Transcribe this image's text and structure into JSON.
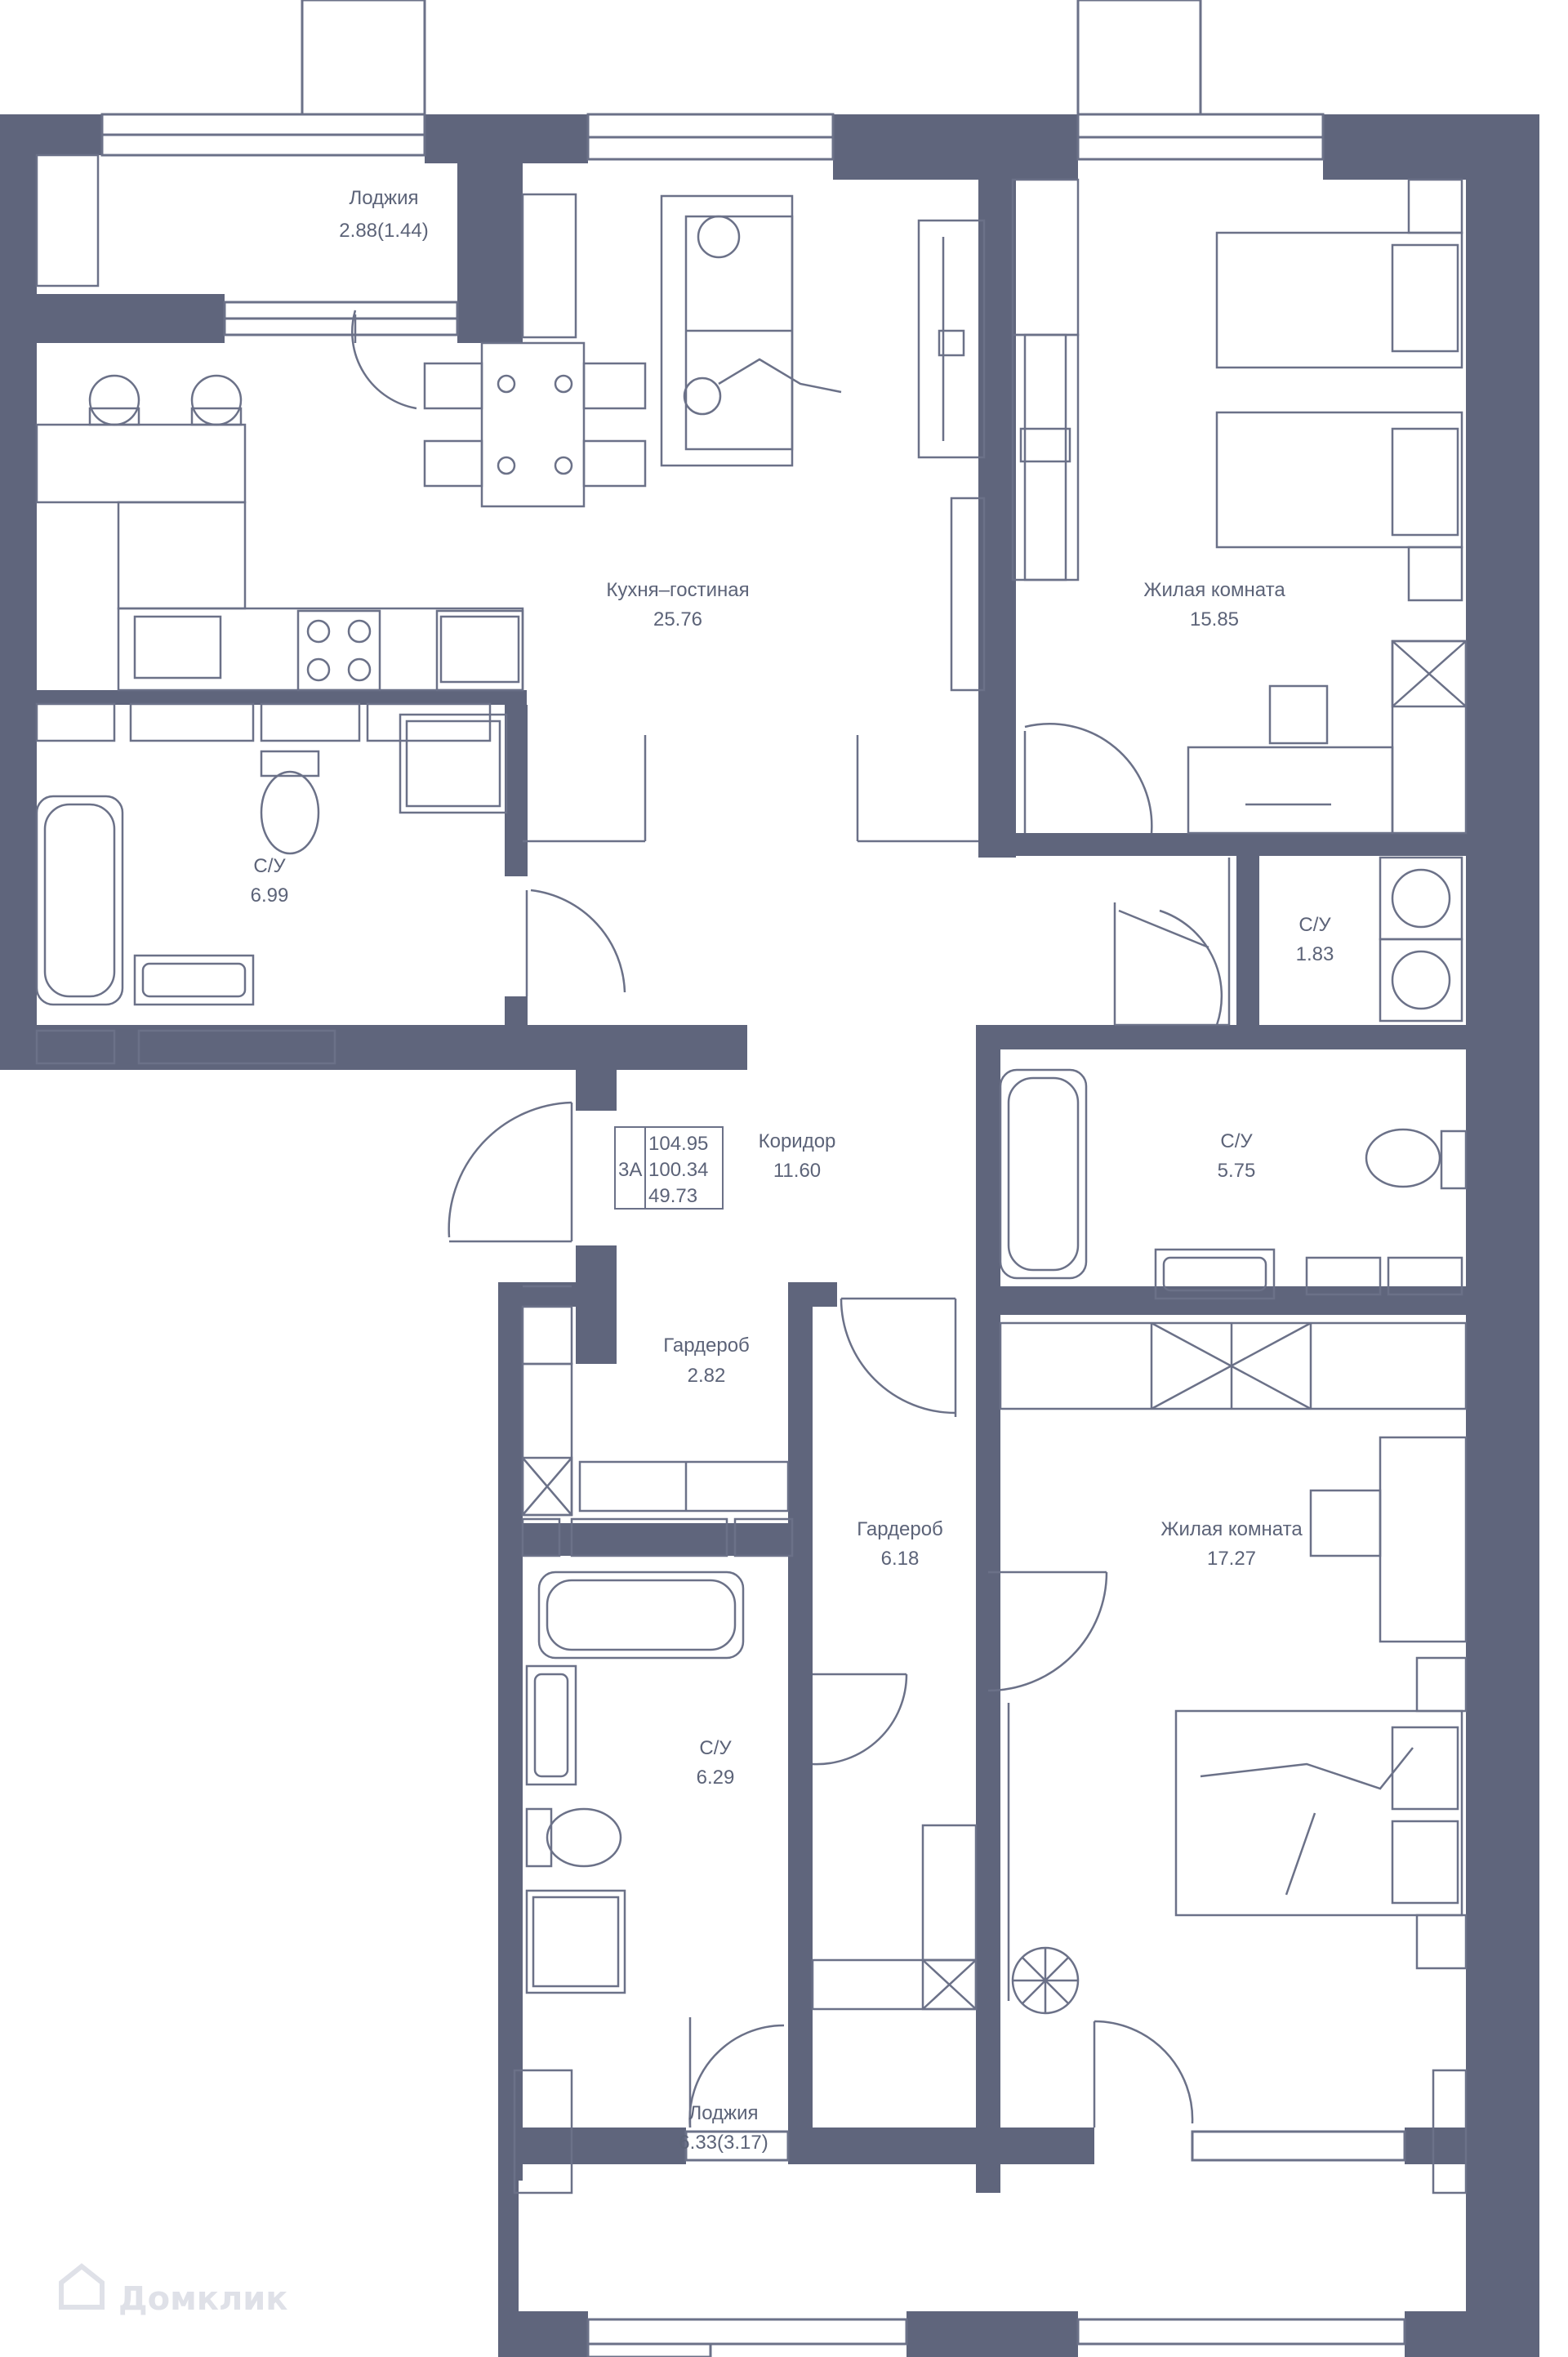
{
  "colors": {
    "wall": "#5f657c",
    "line": "#6b7188",
    "bg": "#ffffff",
    "watermark": "#e1e3ea"
  },
  "rooms": {
    "loggia_top": {
      "name": "Лоджия",
      "area": "2.88(1.44)"
    },
    "kitchen": {
      "name": "Кухня–гостиная",
      "area": "25.76"
    },
    "bedroom_top": {
      "name": "Жилая комната",
      "area": "15.85"
    },
    "bath_left": {
      "name": "С/У",
      "area": "6.99"
    },
    "wc_small": {
      "name": "С/У",
      "area": "1.83"
    },
    "corridor": {
      "name": "Коридор",
      "area": "11.60"
    },
    "bath_right": {
      "name": "С/У",
      "area": "5.75"
    },
    "wardrobe_small": {
      "name": "Гардероб",
      "area": "2.82"
    },
    "wardrobe_large": {
      "name": "Гардероб",
      "area": "6.18"
    },
    "bedroom_bottom": {
      "name": "Жилая комната",
      "area": "17.27"
    },
    "bath_bottom": {
      "name": "С/У",
      "area": "6.29"
    },
    "loggia_bottom": {
      "name": "Лоджия",
      "area": "6.33(3.17)"
    }
  },
  "apartment": {
    "type": "3А",
    "total_area": "104.95",
    "living_area": "100.34",
    "rooms_area": "49.73"
  },
  "watermark": {
    "text": "Домклик",
    "icon": "home-logo-icon"
  }
}
